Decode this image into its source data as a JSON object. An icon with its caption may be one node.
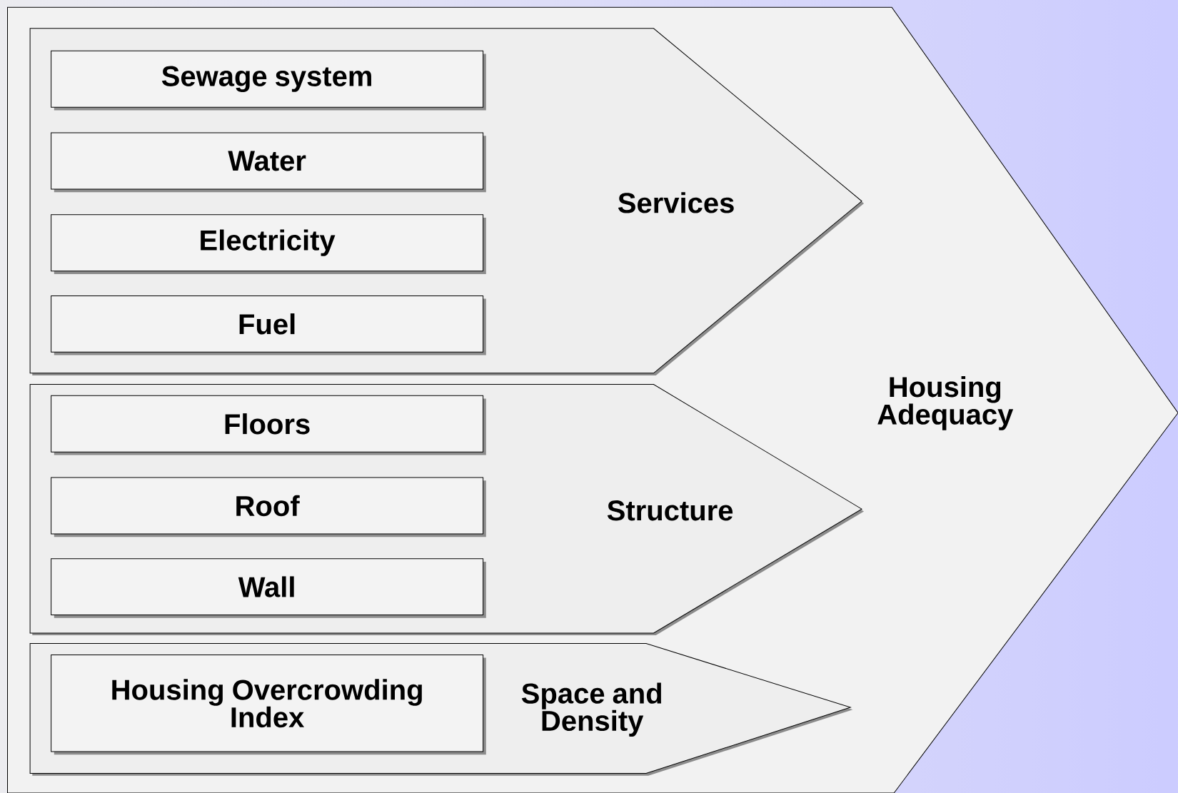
{
  "diagram": {
    "nodes": [
      {
        "text": [
          "Housing Adequacy"
        ]
      },
      {
        "text": [
          "Services"
        ],
        "in": 0
      },
      {
        "text": [
          "Sewage system"
        ],
        "in": 1
      },
      {
        "text": [
          "Water"
        ],
        "in": 1
      },
      {
        "text": [
          "Electricity"
        ],
        "in": 1
      },
      {
        "text": [
          "Fuel"
        ],
        "in": 1
      },
      {
        "text": [
          "Structure"
        ],
        "in": 0
      },
      {
        "text": [
          "Floors"
        ],
        "in": 6
      },
      {
        "text": [
          "Roof"
        ],
        "in": 6
      },
      {
        "text": [
          "Wall"
        ],
        "in": 6
      },
      {
        "text": [
          "Space and Density"
        ],
        "in": 0
      },
      {
        "text": [
          "Housing Overcrowding Index"
        ],
        "in": 10
      }
    ]
  }
}
